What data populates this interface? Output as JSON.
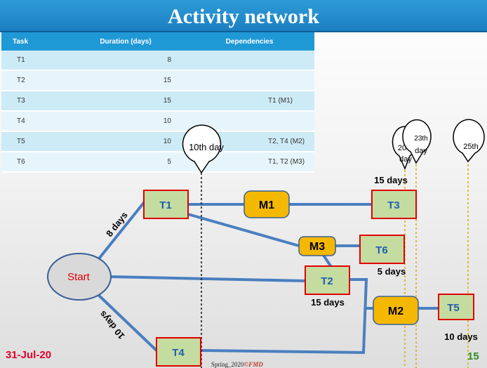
{
  "title": "Activity network",
  "table": {
    "headers": [
      "Task",
      "Duration (days)",
      "Dependencies"
    ],
    "rows": [
      {
        "task": "T1",
        "duration": "8",
        "deps": ""
      },
      {
        "task": "T2",
        "duration": "15",
        "deps": ""
      },
      {
        "task": "T3",
        "duration": "15",
        "deps": "T1 (M1)"
      },
      {
        "task": "T4",
        "duration": "10",
        "deps": ""
      },
      {
        "task": "T5",
        "duration": "10",
        "deps": "T2, T4 (M2)"
      },
      {
        "task": "T6",
        "duration": "5",
        "deps": "T1, T2 (M3)"
      }
    ]
  },
  "diagram": {
    "start": "Start",
    "tasks": [
      "T1",
      "T2",
      "T3",
      "T4",
      "T5",
      "T6"
    ],
    "milestones": [
      "M1",
      "M2",
      "M3"
    ],
    "labels": {
      "t1_edge": "8 days",
      "t4_edge": "10 days",
      "t3": "15 days",
      "t6": "5 days",
      "t2": "15 days",
      "t5": "10 days"
    },
    "callouts": {
      "c10": "10th day",
      "c20_num": "20",
      "c20_unit": "day",
      "c23_num": "23th",
      "c23_unit": "day",
      "c25": "25th"
    },
    "colors": {
      "task_fill": "#c5dca0",
      "task_border": "#e00000",
      "milestone": "#f5b800",
      "edge": "#4a7fc0"
    }
  },
  "footer": {
    "date": "31-Jul-20",
    "term": "Spring_2020",
    "mark": "©FMD",
    "page": "15"
  }
}
